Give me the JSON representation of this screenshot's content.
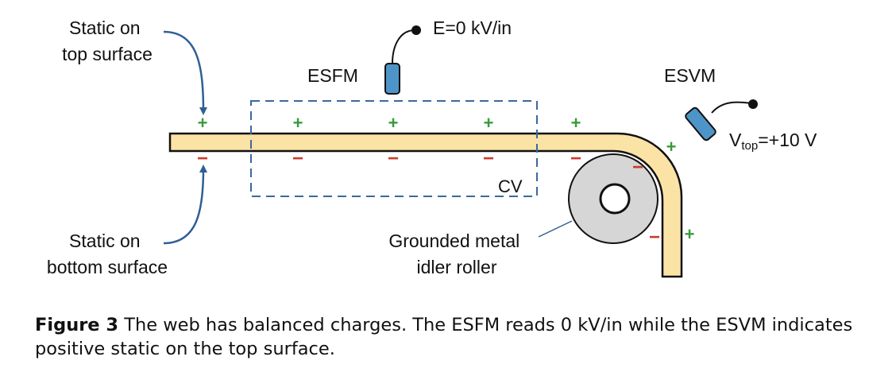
{
  "labels": {
    "static_top": [
      "Static on",
      "top surface"
    ],
    "static_bottom": [
      "Static on",
      "bottom surface"
    ],
    "esfm": "ESFM",
    "esfm_reading": "E=0 kV/in",
    "esvm": "ESVM",
    "vtop_main": "V",
    "vtop_sub": "top",
    "vtop_value": "=+10 V",
    "cv": "CV",
    "roller": [
      "Grounded metal",
      "idler roller"
    ]
  },
  "symbols": {
    "plus": "+",
    "minus": "−"
  },
  "colors": {
    "web_fill": "#fbe3a6",
    "outline": "#111111",
    "plus": "#3a9a3a",
    "minus": "#d0392b",
    "arrow": "#2f5f96",
    "dashed": "#3c679e",
    "sensor": "#4d95c8",
    "roller_fill": "#d6d6d6"
  },
  "caption": {
    "label": "Figure 3",
    "text": " The web has balanced charges. The ESFM reads 0 kV/in while the ESVM indicates positive static on the top surface."
  }
}
